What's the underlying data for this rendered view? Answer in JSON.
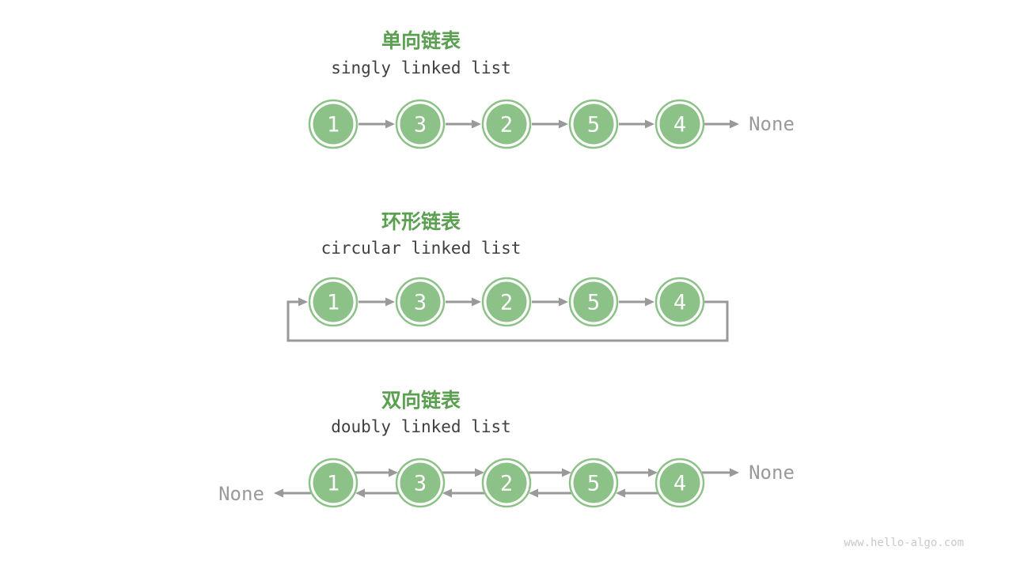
{
  "page": {
    "background": "#FFFFFF",
    "watermark": "www.hello-algo.com"
  },
  "colors": {
    "heading_green": "#5AA050",
    "subtitle_gray": "#3F3F3F",
    "node_fill": "#8CC187",
    "node_ring": "#8CC187",
    "node_number": "#FFFFFF",
    "arrow_gray": "#999999",
    "none_gray": "#9A9A9A",
    "watermark_gray": "#C9C9C9"
  },
  "sections": [
    {
      "type": "singly",
      "title": "单向链表",
      "subtitle": "singly linked list",
      "nodes": [
        "1",
        "3",
        "2",
        "5",
        "4"
      ],
      "tail_label": "None"
    },
    {
      "type": "circular",
      "title": "环形链表",
      "subtitle": "circular linked list",
      "nodes": [
        "1",
        "3",
        "2",
        "5",
        "4"
      ]
    },
    {
      "type": "doubly",
      "title": "双向链表",
      "subtitle": "doubly linked list",
      "nodes": [
        "1",
        "3",
        "2",
        "5",
        "4"
      ],
      "head_label": "None",
      "tail_label": "None"
    }
  ]
}
